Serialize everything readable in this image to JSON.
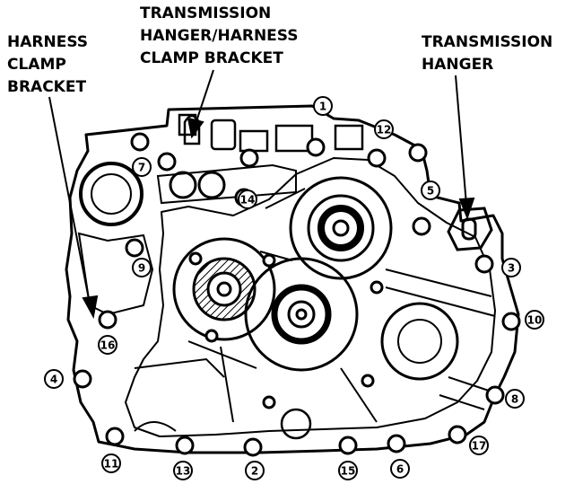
{
  "labels": {
    "harness_clamp_bracket": [
      "HARNESS",
      "CLAMP",
      "BRACKET"
    ],
    "transmission_hanger_harness_clamp_bracket": [
      "TRANSMISSION",
      "HANGER/HARNESS",
      "CLAMP BRACKET"
    ],
    "transmission_hanger": [
      "TRANSMISSION",
      "HANGER"
    ]
  },
  "bolt_numbers": [
    "1",
    "2",
    "3",
    "4",
    "5",
    "6",
    "7",
    "8",
    "9",
    "10",
    "11",
    "12",
    "13",
    "14",
    "15",
    "16",
    "17"
  ],
  "colors": {
    "ink": "#000000",
    "paper": "#ffffff"
  }
}
